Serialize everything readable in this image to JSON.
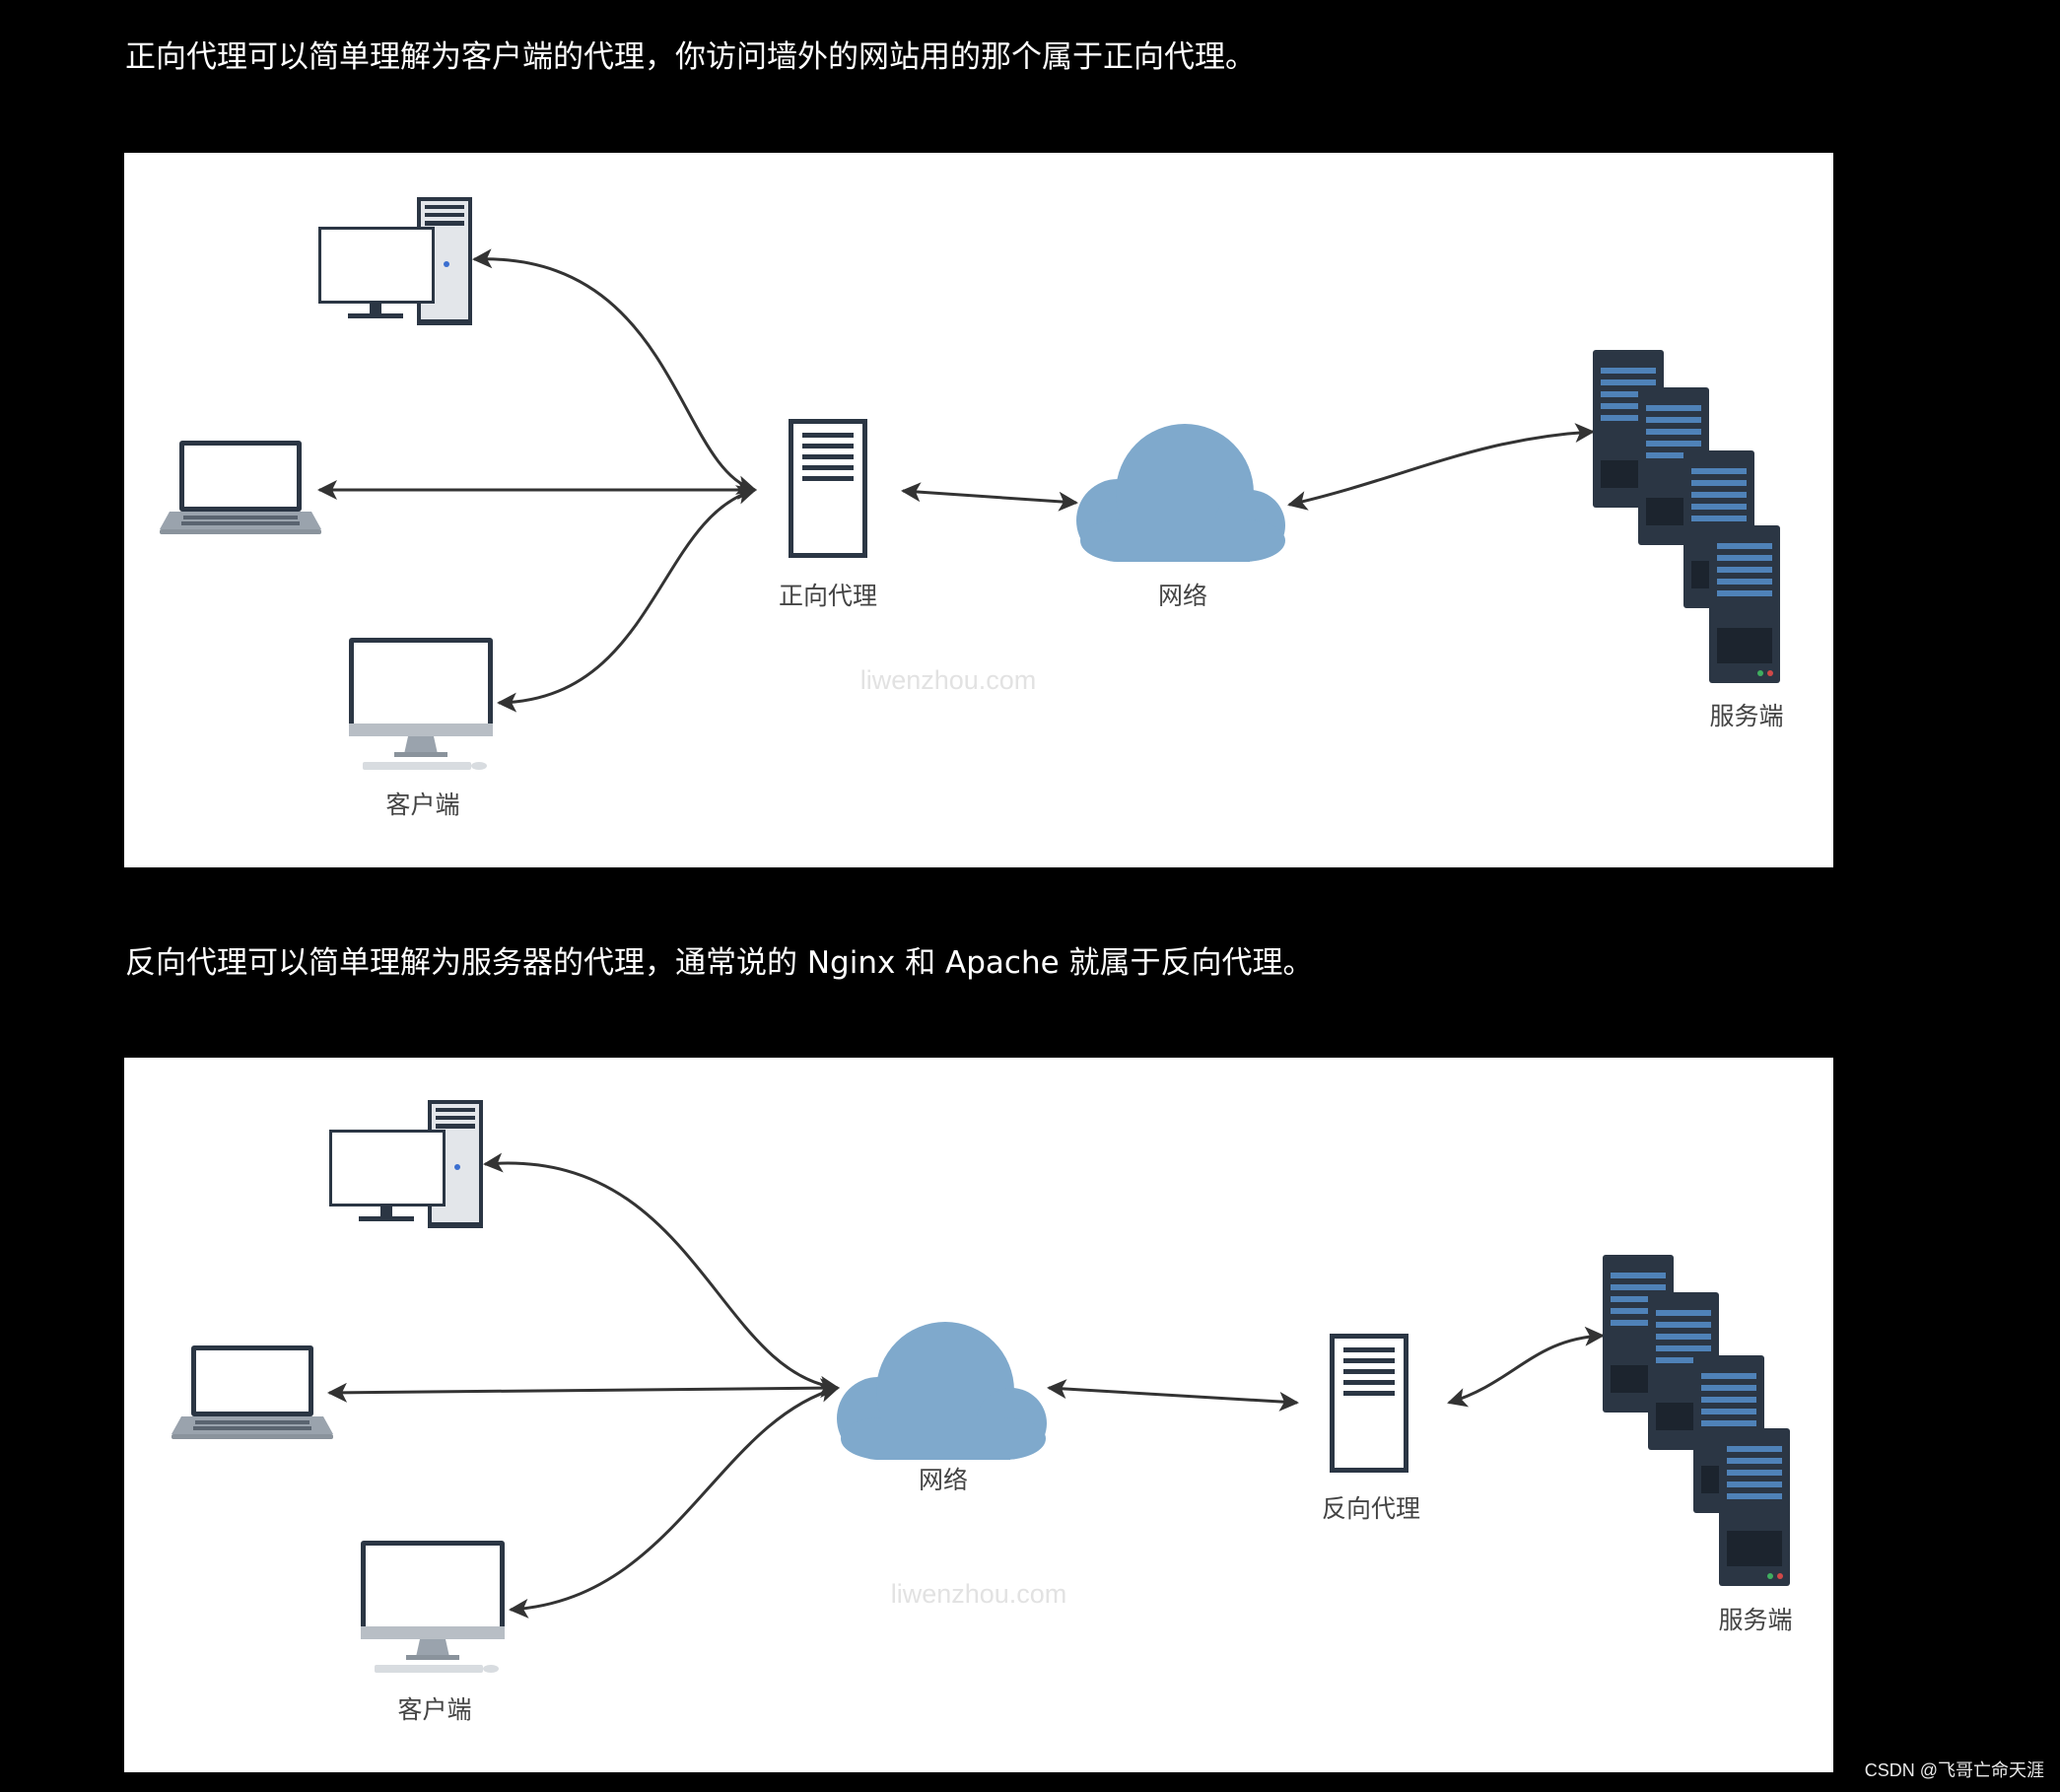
{
  "paragraph_1": "正向代理可以简单理解为客户端的代理，你访问墙外的网站用的那个属于正向代理。",
  "paragraph_2": "反向代理可以简单理解为服务器的代理，通常说的 Nginx 和 Apache 就属于反向代理。",
  "diagram_1": {
    "proxy_label": "正向代理",
    "network_label": "网络",
    "client_label": "客户端",
    "server_label": "服务端",
    "watermark": "liwenzhou.com"
  },
  "diagram_2": {
    "proxy_label": "反向代理",
    "network_label": "网络",
    "client_label": "客户端",
    "server_label": "服务端",
    "watermark": "liwenzhou.com"
  },
  "credit": "CSDN @飞哥亡命天涯",
  "colors": {
    "background": "#000000",
    "panel": "#ffffff",
    "cloud": "#7fa9cc",
    "server_dark": "#2b3644",
    "server_stripe": "#4f82b8",
    "arrow": "#333333"
  },
  "icons": [
    "desktop-tower-icon",
    "laptop-icon",
    "imac-icon",
    "proxy-server-icon",
    "cloud-icon",
    "server-rack-icon"
  ]
}
